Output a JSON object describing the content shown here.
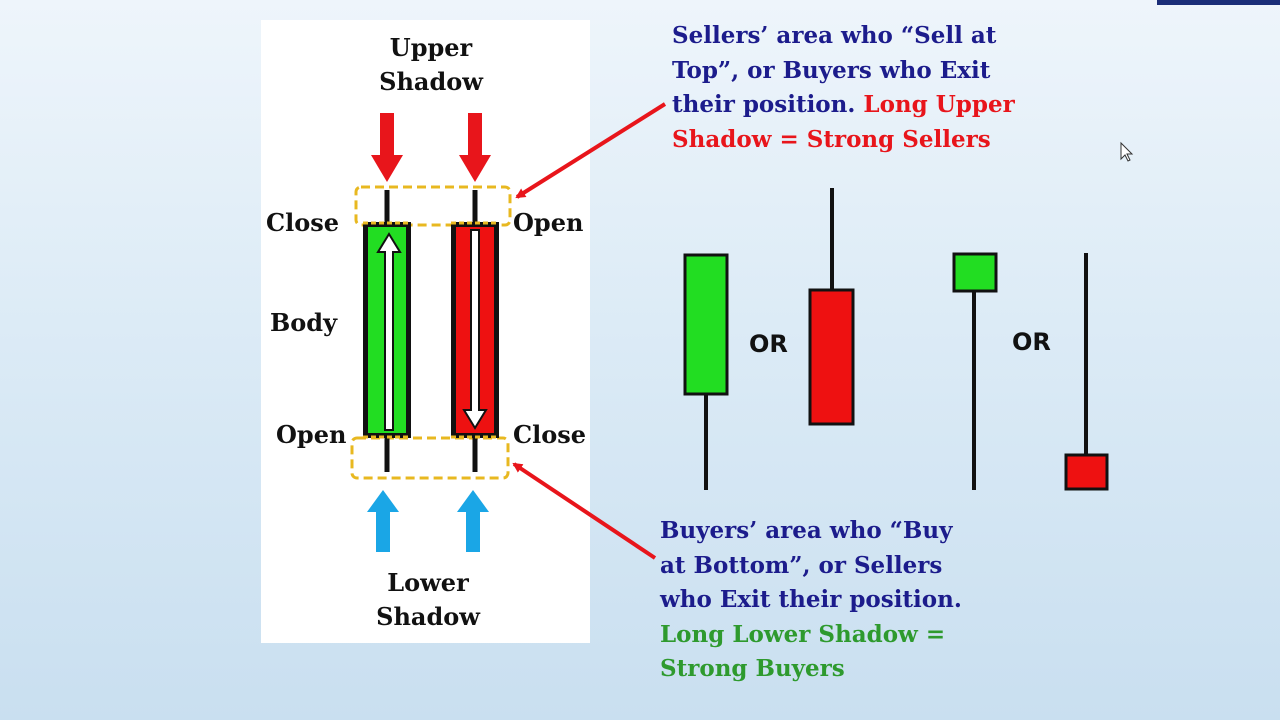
{
  "candle_labels": {
    "upper_shadow": [
      "Upper",
      "Shadow"
    ],
    "lower_shadow": [
      "Lower",
      "Shadow"
    ],
    "close_left": "Close",
    "open_right": "Open",
    "body": "Body",
    "open_left": "Open",
    "close_right": "Close"
  },
  "seller_note": {
    "lines": [
      "Sellers’ area who “Sell at",
      "Top”, or Buyers who Exit",
      "their position."
    ],
    "highlight_inline": "Long Upper",
    "highlight_line": "Shadow = Strong Sellers"
  },
  "buyer_note": {
    "lines": [
      "Buyers’ area who “Buy",
      "at Bottom”, or Sellers",
      "who Exit their position."
    ],
    "highlight_lines": [
      "Long Lower Shadow =",
      "Strong Buyers"
    ]
  },
  "or_labels": [
    "OR",
    "OR"
  ],
  "colors": {
    "bull": "#22dd22",
    "bear": "#ee1111",
    "arrow_red": "#e8151b",
    "arrow_blue": "#1aa6e6",
    "dash_box": "#e8b820",
    "note_blue": "#1c1c8c",
    "note_red": "#e8151b",
    "note_green": "#2e9a2e"
  },
  "icons": [
    "down-arrow-icon",
    "up-arrow-icon",
    "mouse-cursor-icon"
  ]
}
